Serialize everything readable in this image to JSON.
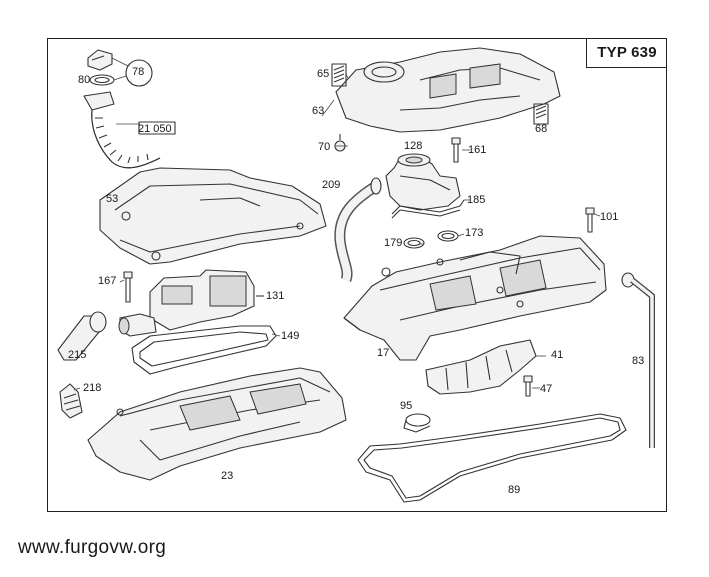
{
  "header": {
    "type_label": "TYP 639"
  },
  "parts": [
    {
      "id": "p78",
      "label": "78",
      "circled": true
    },
    {
      "id": "p80",
      "label": "80"
    },
    {
      "id": "p21050",
      "label": "21 050",
      "boxed": true
    },
    {
      "id": "p53",
      "label": "53"
    },
    {
      "id": "p167",
      "label": "167"
    },
    {
      "id": "p131",
      "label": "131"
    },
    {
      "id": "p149",
      "label": "149"
    },
    {
      "id": "p215",
      "label": "215"
    },
    {
      "id": "p218",
      "label": "218"
    },
    {
      "id": "p23",
      "label": "23"
    },
    {
      "id": "p65",
      "label": "65"
    },
    {
      "id": "p63",
      "label": "63"
    },
    {
      "id": "p68",
      "label": "68"
    },
    {
      "id": "p70",
      "label": "70"
    },
    {
      "id": "p128",
      "label": "128"
    },
    {
      "id": "p161",
      "label": "161"
    },
    {
      "id": "p209",
      "label": "209"
    },
    {
      "id": "p185",
      "label": "185"
    },
    {
      "id": "p101",
      "label": "101"
    },
    {
      "id": "p179",
      "label": "179"
    },
    {
      "id": "p173",
      "label": "173"
    },
    {
      "id": "p17",
      "label": "17"
    },
    {
      "id": "p41",
      "label": "41"
    },
    {
      "id": "p47",
      "label": "47"
    },
    {
      "id": "p95",
      "label": "95"
    },
    {
      "id": "p83",
      "label": "83"
    },
    {
      "id": "p89",
      "label": "89"
    }
  ],
  "footer": {
    "url": "www.furgovw.org"
  }
}
